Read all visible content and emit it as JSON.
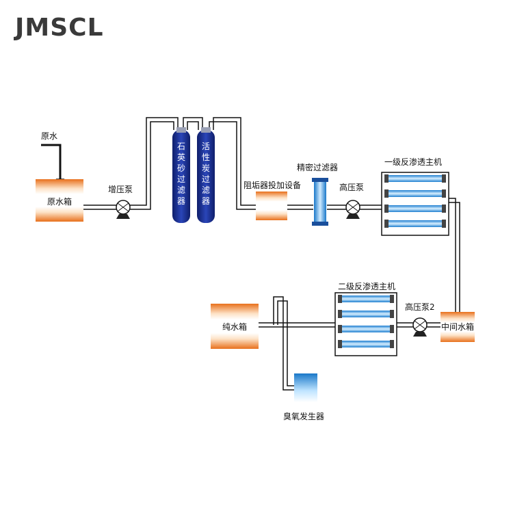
{
  "brand": "JMSCL",
  "labels": {
    "raw_water_inlet": "原水",
    "raw_water_tank": "原水箱",
    "booster_pump": "增压泵",
    "quartz_filter": "石英砂过滤器",
    "carbon_filter": "活性炭过滤器",
    "antiscalant": "阻垢器投加设备",
    "precision_filter": "精密过滤器",
    "high_pressure_pump": "高压泵",
    "ro_stage1": "一级反渗透主机",
    "intermediate_tank": "中间水箱",
    "high_pressure_pump2": "高压泵2",
    "ro_stage2": "二级反渗透主机",
    "pure_water_tank": "纯水箱",
    "ozone_generator": "臭氧发生器"
  },
  "colors": {
    "tank_orange": "#f08a3a",
    "filter_blue": "#1c2f8c",
    "membrane_blue": "#3fa3e0",
    "pipe": "#111111"
  }
}
